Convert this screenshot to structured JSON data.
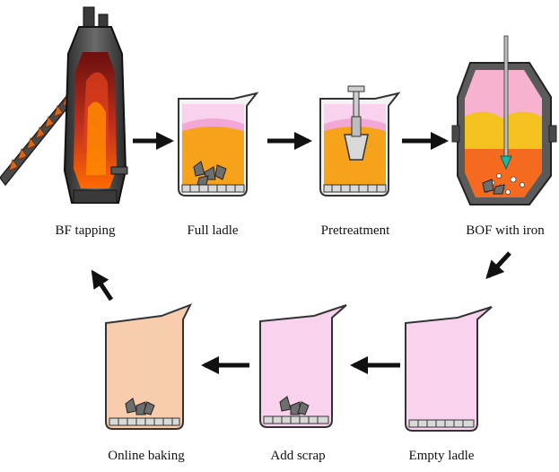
{
  "stages": [
    {
      "id": "bf_tapping",
      "label": "BF tapping"
    },
    {
      "id": "full_ladle",
      "label": "Full ladle"
    },
    {
      "id": "pretreatment",
      "label": "Pretreatment"
    },
    {
      "id": "bof_with_iron",
      "label": "BOF with iron"
    },
    {
      "id": "empty_ladle",
      "label": "Empty ladle"
    },
    {
      "id": "add_scrap",
      "label": "Add scrap"
    },
    {
      "id": "online_baking",
      "label": "Online baking"
    }
  ],
  "colors": {
    "molten_iron": "#F7A21B",
    "pink_fill": "#F9D3EE",
    "slag_pink": "#F2A7D6",
    "baking_fill": "#F7CDAE",
    "furnace_dark": "#3A3A3A",
    "furnace_red": "#8B1A1A",
    "bof_yellow": "#F4C21F",
    "bof_orange": "#F46A1F",
    "arrow": "#111111"
  },
  "icons": [
    "blast-furnace-icon",
    "ladle-icon",
    "converter-icon",
    "scrap-icon",
    "arrow-icon"
  ]
}
